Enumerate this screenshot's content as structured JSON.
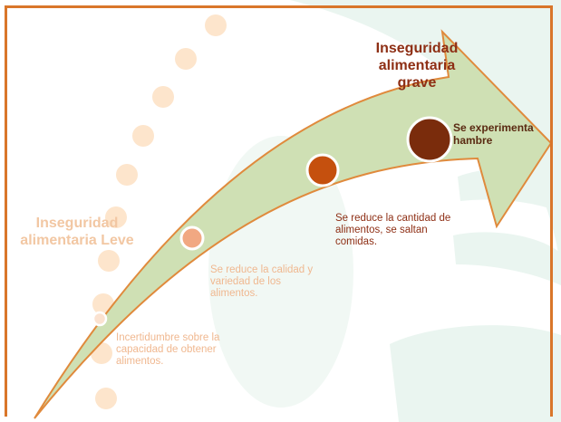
{
  "titles": {
    "severe": "Inseguridad alimentaria grave",
    "mild": "Inseguridad alimentaria Leve"
  },
  "stages": {
    "uncertainty": "Incertidumbre sobre la capacidad de obtener alimentos.",
    "quality": "Se reduce la calidad y variedad de los alimentos.",
    "quantity": "Se reduce la cantidad de alimentos, se saltan comidas.",
    "hunger": "Se experimenta hambre"
  },
  "colors": {
    "frame": "#d9762a",
    "arrow_fill": "#cfe0b4",
    "arrow_stroke": "#e08a3c",
    "dots": "#fde5cc",
    "watermark": "#eaf5f0",
    "stage_uncertainty": "#fbe2d0",
    "stage_quality": "#f1a882",
    "stage_quantity": "#c5500e",
    "stage_hunger": "#7a2c0c"
  }
}
